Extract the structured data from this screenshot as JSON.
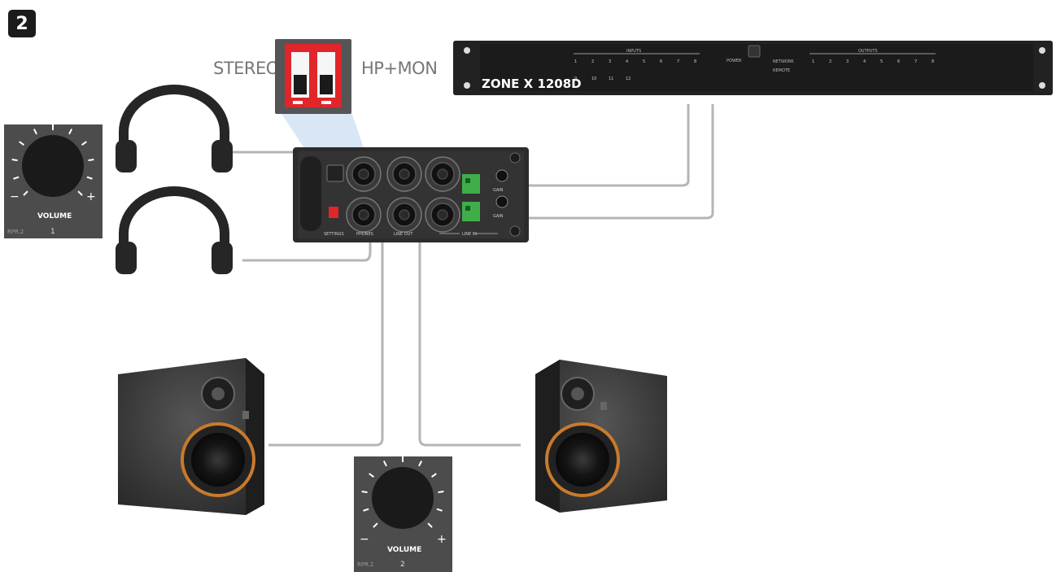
{
  "step_number": "2",
  "mode_switch": {
    "left_label": "STEREO",
    "right_label": "HP+MON"
  },
  "rack_unit": {
    "model": "ZONE X 1208D",
    "inputs_label": "INPUTS",
    "outputs_label": "OUTPUTS",
    "input_numbers": [
      "1",
      "2",
      "3",
      "4",
      "5",
      "6",
      "7",
      "8"
    ],
    "input_numbers_row2": [
      "9",
      "10",
      "11",
      "12"
    ],
    "output_numbers": [
      "1",
      "2",
      "3",
      "4",
      "5",
      "6",
      "7",
      "8"
    ],
    "power_label": "POWER",
    "network_label": "NETWORK",
    "remote_label": "REMOTE"
  },
  "amp_panel": {
    "settings_label": "SETTINGS",
    "phones_label": "PHONES",
    "line_out_label": "LINE OUT",
    "line_in_label": "LINE IN",
    "gain_label": "GAIN",
    "gain2_label": "GAIN"
  },
  "volume_top": {
    "label": "VOLUME",
    "model": "RPR.2",
    "number": "1",
    "minus": "−",
    "plus": "+"
  },
  "volume_bottom": {
    "label": "VOLUME",
    "model": "RPR.2",
    "number": "2",
    "minus": "−",
    "plus": "+"
  },
  "colors": {
    "cable": "#b4b4b4",
    "switch_red": "#e0262a",
    "terminal_green": "#3fae49",
    "panel_dark": "#2e2e2e",
    "speaker_ring": "#c97a2c"
  }
}
